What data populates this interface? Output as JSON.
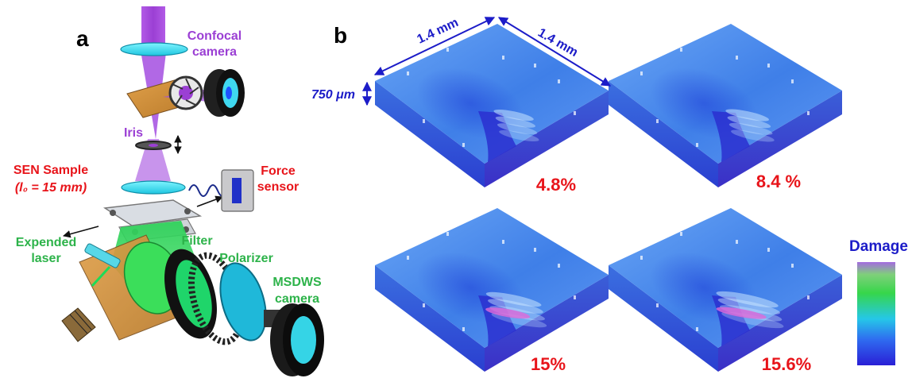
{
  "panel_a": {
    "letter": "a",
    "confocal_camera": [
      "Confocal",
      "camera"
    ],
    "iris": "Iris",
    "sen_sample": "SEN Sample",
    "sen_sample_length": "(l₀ = 15 mm)",
    "force_sensor": [
      "Force",
      "sensor"
    ],
    "expended_laser": [
      "Expended",
      "laser"
    ],
    "filter": "Filter",
    "polarizer": "Polarizer",
    "msdws_camera": [
      "MSDWS",
      "camera"
    ]
  },
  "panel_b": {
    "letter": "b",
    "dim_width": "1.4 mm",
    "dim_depth": "1.4 mm",
    "dim_height": "750 μm",
    "strains": [
      "4.8%",
      "8.4 %",
      "15%",
      "15.6%"
    ],
    "damage_levels": [
      0.35,
      0.45,
      0.8,
      1.0
    ],
    "colorbar_title": "Damage"
  },
  "colors": {
    "purple": "#9b3fd4",
    "red_label": "#e8141a",
    "green_label": "#2db34a",
    "blue_label": "#1c1cc8",
    "sample_blue": "#4a8ef0"
  }
}
